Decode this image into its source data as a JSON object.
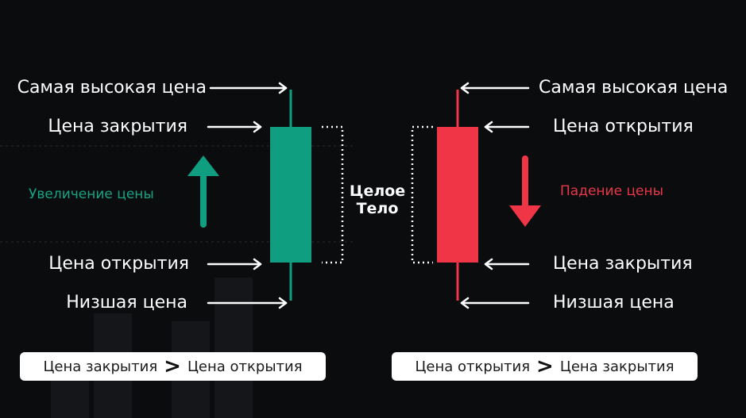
{
  "left": {
    "highest": "Самая высокая цена",
    "close": "Цена закрытия",
    "trend": "Увеличение цены",
    "open": "Цена открытия",
    "lowest": "Низшая цена",
    "color": "#0f9e7f",
    "compare": {
      "first": "Цена закрытия",
      "symbol": ">",
      "second": "Цена открытия"
    }
  },
  "right": {
    "highest": "Самая высокая цена",
    "open": "Цена открытия",
    "trend": "Падение цены",
    "close": "Цена закрытия",
    "lowest": "Низшая цена",
    "color": "#f03546",
    "compare": {
      "first": "Цена открытия",
      "symbol": ">",
      "second": "Цена закрытия"
    }
  },
  "body_label": {
    "line1": "Целое",
    "line2": "Тело"
  },
  "arrow_icons": {
    "up": "up-arrow-icon",
    "down": "down-arrow-icon",
    "pointer": "pointer-arrow-icon"
  }
}
